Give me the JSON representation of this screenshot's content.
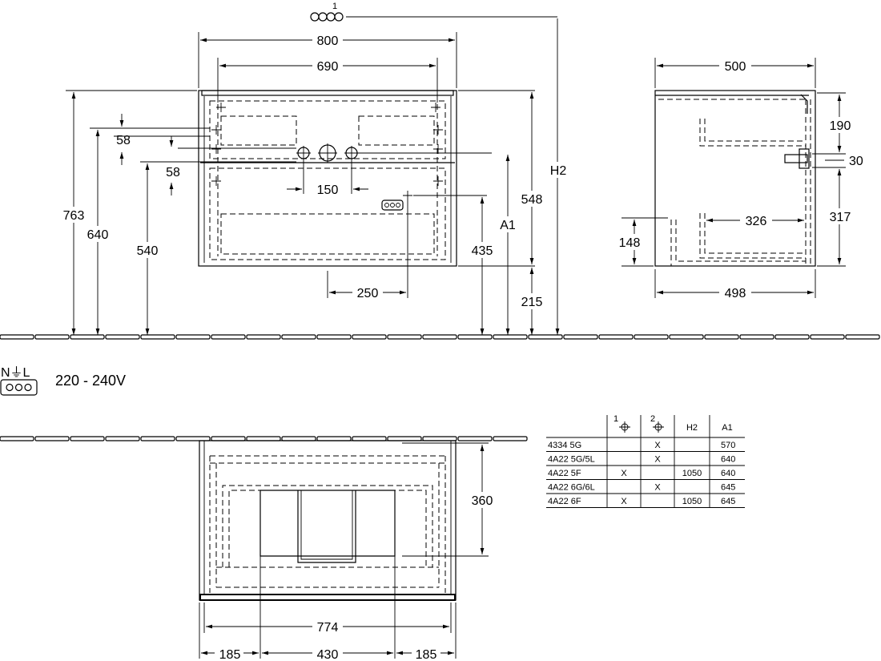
{
  "front_view": {
    "dims": {
      "width_total": "800",
      "width_inner": "690",
      "height_763": "763",
      "height_640": "640",
      "height_540": "540",
      "offset_58_top": "58",
      "offset_58_bottom": "58",
      "pipe_spacing": "150",
      "outlet_offset": "250",
      "outlet_height": "435",
      "h548": "548",
      "a1": "A1",
      "h2": "H2",
      "h215": "215",
      "callout_1": "1"
    }
  },
  "side_view": {
    "dims": {
      "depth_top": "500",
      "depth_bottom": "498",
      "d190": "190",
      "d30": "30",
      "d317": "317",
      "d326": "326",
      "d148": "148"
    }
  },
  "electrical": {
    "symbol_label": "N⏚L",
    "voltage": "220 - 240V"
  },
  "top_view": {
    "dims": {
      "d360": "360",
      "d774": "774",
      "d185_left": "185",
      "d430": "430",
      "d185_right": "185"
    }
  },
  "variant_table": {
    "headers": [
      "",
      "1",
      "2",
      "H2",
      "A1"
    ],
    "rows": [
      {
        "code": "4334 5G",
        "c1": "",
        "c2": "X",
        "h2": "",
        "a1": "570"
      },
      {
        "code": "4A22 5G/5L",
        "c1": "",
        "c2": "X",
        "h2": "",
        "a1": "640"
      },
      {
        "code": "4A22 5F",
        "c1": "X",
        "c2": "",
        "h2": "1050",
        "a1": "640"
      },
      {
        "code": "4A22 6G/6L",
        "c1": "",
        "c2": "X",
        "h2": "",
        "a1": "645"
      },
      {
        "code": "4A22 6F",
        "c1": "X",
        "c2": "",
        "h2": "1050",
        "a1": "645"
      }
    ]
  }
}
